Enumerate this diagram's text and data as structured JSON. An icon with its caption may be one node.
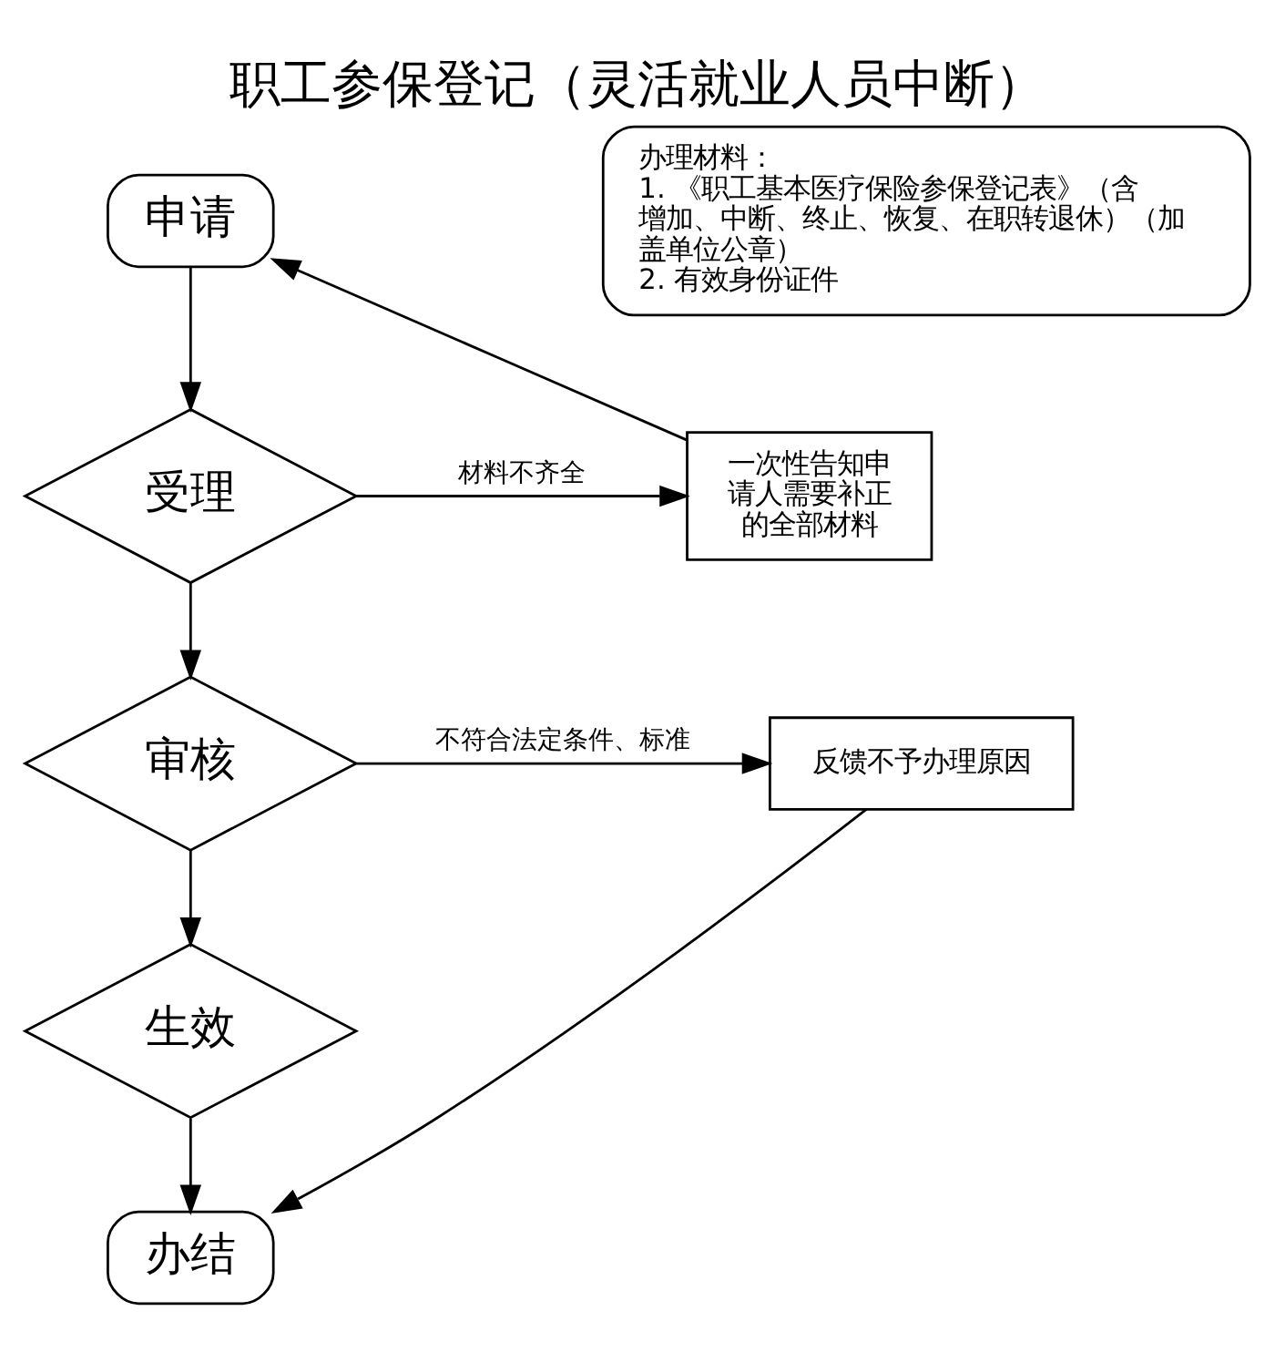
{
  "diagram": {
    "title": "职工参保登记（灵活就业人员中断）",
    "nodes": [
      {
        "text": [
          "申请"
        ]
      },
      {
        "text": [
          "一次性告知申请人需要补正的全部材料"
        ]
      },
      {
        "text": [
          "受理"
        ]
      },
      {
        "text": [
          "审核"
        ]
      },
      {
        "text": [
          "反馈不予办理原因"
        ]
      },
      {
        "text": [
          "生效"
        ]
      },
      {
        "text": [
          "办结"
        ]
      },
      {
        "text": [
          "办理材料：",
          "1. 《职工基本医疗保险参保登记表》（含增加、中断、终止、恢复、在职转退休）（加盖单位公章）",
          "2. 有效身份证件"
        ]
      }
    ],
    "edges": [
      {
        "from": 0,
        "to": 2,
        "arrow": "to"
      },
      {
        "from": 2,
        "to": 1,
        "arrow": "to",
        "label": "材料不齐全"
      },
      {
        "from": 1,
        "to": 0,
        "arrow": "to"
      },
      {
        "from": 2,
        "to": 3,
        "arrow": "to"
      },
      {
        "from": 3,
        "to": 4,
        "arrow": "to",
        "label": "不符合法定条件、标准"
      },
      {
        "from": 3,
        "to": 5,
        "arrow": "to"
      },
      {
        "from": 5,
        "to": 6,
        "arrow": "to"
      },
      {
        "from": 4,
        "to": 6,
        "arrow": "to"
      }
    ]
  }
}
